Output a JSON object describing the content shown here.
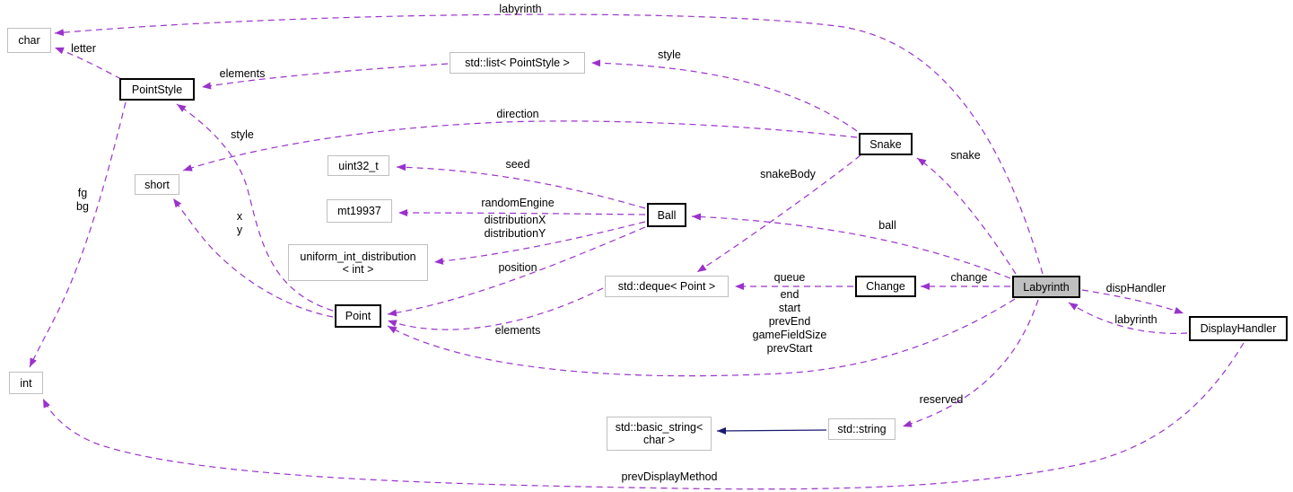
{
  "diagram": {
    "kind": "collaboration-graph",
    "focus_class": "Labyrinth"
  },
  "colors": {
    "member_edge": "#9a32cd",
    "inheritance_edge": "#191970",
    "documented_border": "#000000",
    "external_border": "#bfbfbf",
    "focus_fill": "#bfbfbf",
    "background": "#ffffff"
  },
  "nodes": {
    "char": {
      "label": "char"
    },
    "point_style": {
      "label": "PointStyle"
    },
    "std_list_point_style": {
      "label": "std::list< PointStyle >"
    },
    "snake": {
      "label": "Snake"
    },
    "short": {
      "label": "short"
    },
    "uint32_t": {
      "label": "uint32_t"
    },
    "mt19937": {
      "label": "mt19937"
    },
    "ball": {
      "label": "Ball"
    },
    "uniform_int_distribution": {
      "label": "uniform_int_distribution\n< int >"
    },
    "point": {
      "label": "Point"
    },
    "std_deque_point": {
      "label": "std::deque< Point >"
    },
    "change": {
      "label": "Change"
    },
    "labyrinth": {
      "label": "Labyrinth"
    },
    "display_handler": {
      "label": "DisplayHandler"
    },
    "int": {
      "label": "int"
    },
    "std_basic_string": {
      "label": "std::basic_string<\nchar >"
    },
    "std_string": {
      "label": "std::string"
    }
  },
  "edges": [
    {
      "from": "Labyrinth",
      "to": "char",
      "label": "labyrinth",
      "line": "dashed"
    },
    {
      "from": "PointStyle",
      "to": "char",
      "label": "letter",
      "line": "dashed"
    },
    {
      "from": "std::list< PointStyle >",
      "to": "PointStyle",
      "label": "elements",
      "line": "dashed"
    },
    {
      "from": "Snake",
      "to": "std::list< PointStyle >",
      "label": "style",
      "line": "dashed"
    },
    {
      "from": "Snake",
      "to": "short",
      "label": "direction",
      "line": "dashed"
    },
    {
      "from": "Point",
      "to": "PointStyle",
      "label": "style",
      "line": "dashed"
    },
    {
      "from": "Point",
      "to": "short",
      "label": "x\ny",
      "line": "dashed"
    },
    {
      "from": "PointStyle",
      "to": "int",
      "label": "fg\nbg",
      "line": "dashed"
    },
    {
      "from": "Ball",
      "to": "uint32_t",
      "label": "seed",
      "line": "dashed"
    },
    {
      "from": "Ball",
      "to": "mt19937",
      "label": "randomEngine",
      "line": "dashed"
    },
    {
      "from": "Ball",
      "to": "uniform_int_distribution< int >",
      "label": "distributionX\ndistributionY",
      "line": "dashed"
    },
    {
      "from": "Ball",
      "to": "Point",
      "label": "position",
      "line": "dashed"
    },
    {
      "from": "std::deque< Point >",
      "to": "Point",
      "label": "elements",
      "line": "dashed"
    },
    {
      "from": "Labyrinth",
      "to": "Point",
      "label": "end\nstart\nprevEnd\ngameFieldSize\nprevStart",
      "line": "dashed"
    },
    {
      "from": "Snake",
      "to": "std::deque< Point >",
      "label": "snakeBody",
      "line": "dashed"
    },
    {
      "from": "Change",
      "to": "std::deque< Point >",
      "label": "queue",
      "line": "dashed"
    },
    {
      "from": "Labyrinth",
      "to": "Change",
      "label": "change",
      "line": "dashed"
    },
    {
      "from": "Labyrinth",
      "to": "Snake",
      "label": "snake",
      "line": "dashed"
    },
    {
      "from": "Labyrinth",
      "to": "Ball",
      "label": "ball",
      "line": "dashed"
    },
    {
      "from": "Labyrinth",
      "to": "DisplayHandler",
      "label": "dispHandler",
      "line": "dashed"
    },
    {
      "from": "DisplayHandler",
      "to": "Labyrinth",
      "label": "labyrinth",
      "line": "dashed"
    },
    {
      "from": "Labyrinth",
      "to": "std::string",
      "label": "reserved",
      "line": "dashed"
    },
    {
      "from": "std::string",
      "to": "std::basic_string< char >",
      "label": "",
      "line": "solid-inheritance"
    },
    {
      "from": "DisplayHandler",
      "to": "int",
      "label": "prevDisplayMethod",
      "line": "dashed"
    }
  ]
}
